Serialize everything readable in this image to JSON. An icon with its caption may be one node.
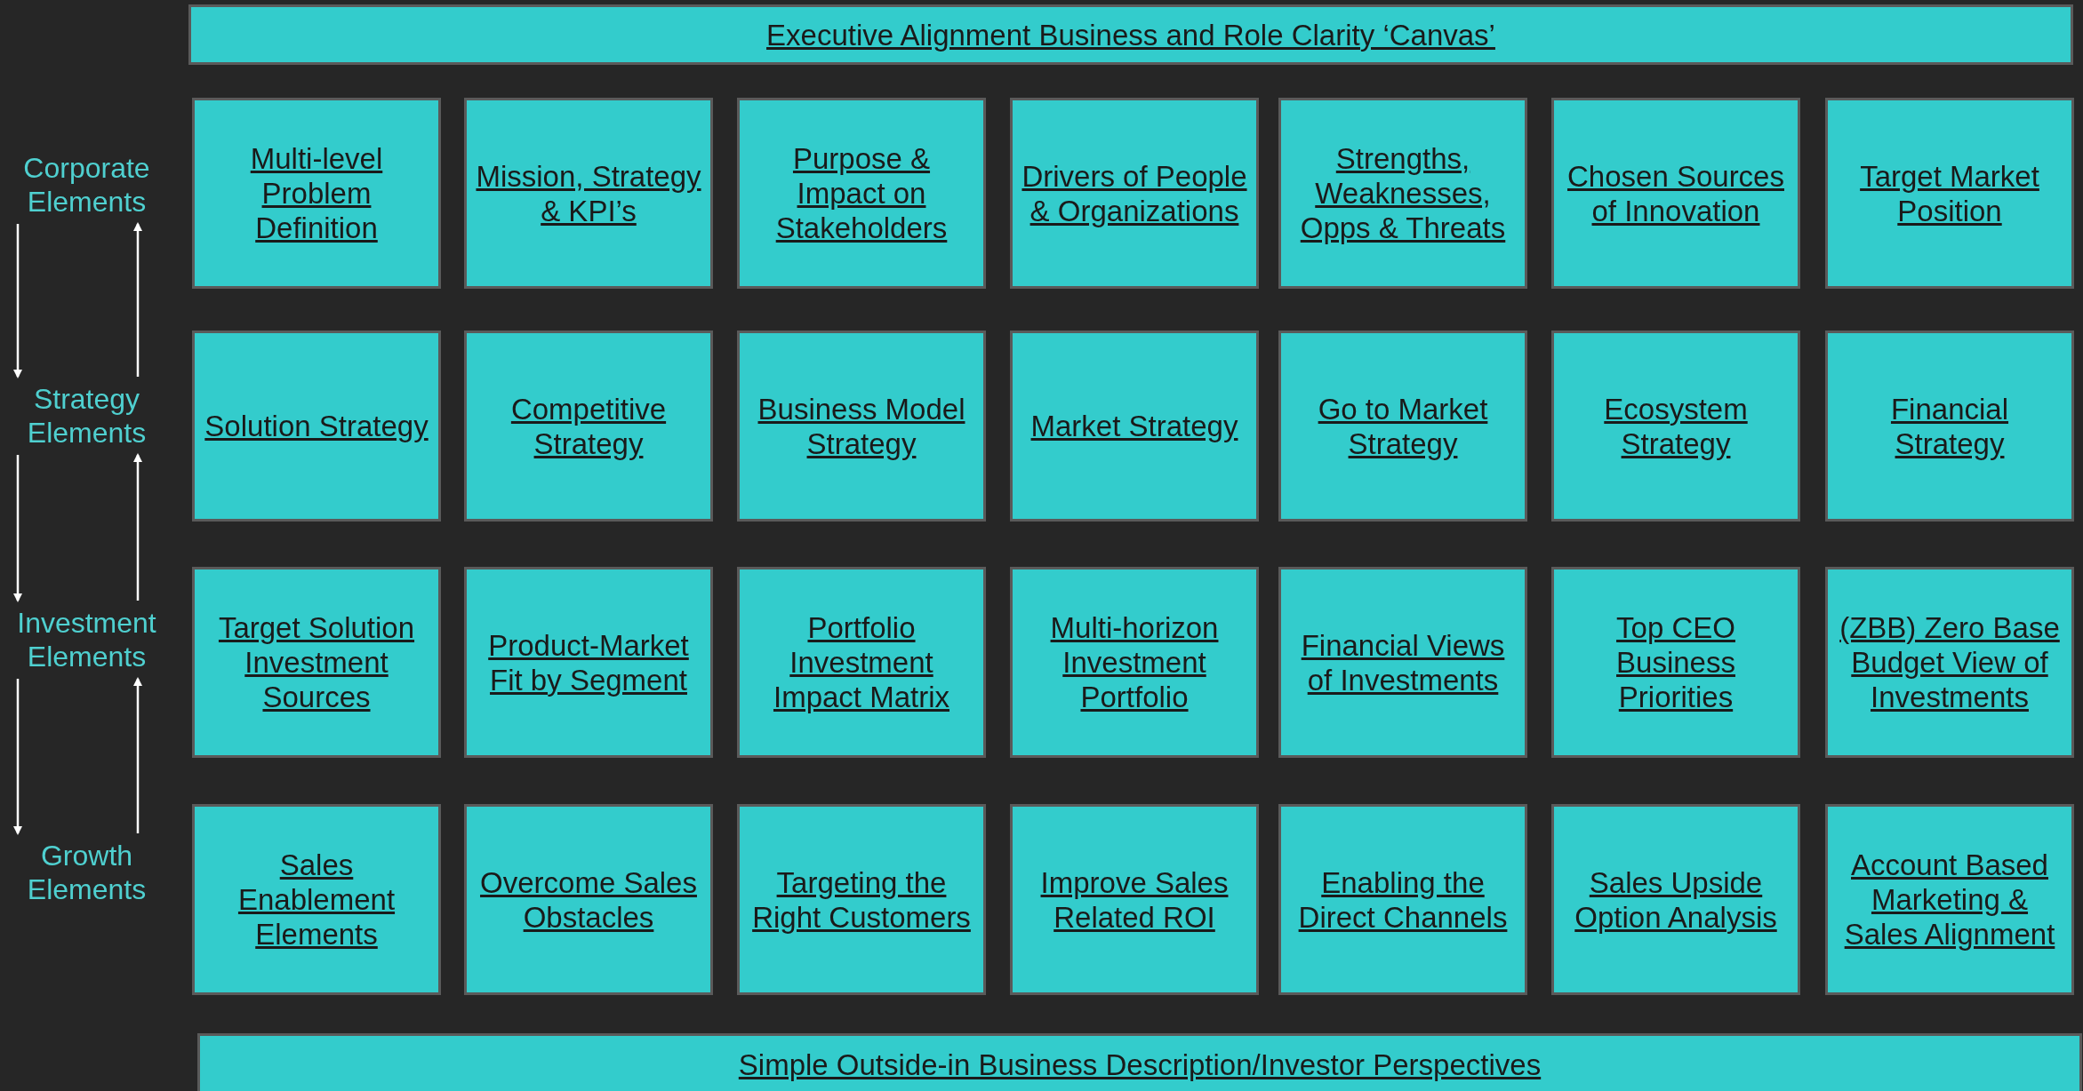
{
  "diagram": {
    "nodes": [
      {
        "text": [
          "Executive Alignment Business and Role Clarity ‘Canvas’"
        ]
      },
      {
        "text": [
          "Corporate Elements"
        ]
      },
      {
        "text": [
          "Multi-level Problem Definition"
        ]
      },
      {
        "text": [
          "Mission, Strategy & KPI’s"
        ]
      },
      {
        "text": [
          "Purpose & Impact on Stakeholders"
        ]
      },
      {
        "text": [
          "Drivers of People & Organizations"
        ]
      },
      {
        "text": [
          "Strengths, Weaknesses, Opps & Threats"
        ]
      },
      {
        "text": [
          "Chosen Sources of Innovation"
        ]
      },
      {
        "text": [
          "Target Market Position"
        ]
      },
      {
        "text": [
          "Strategy Elements"
        ]
      },
      {
        "text": [
          "Solution Strategy"
        ]
      },
      {
        "text": [
          "Competitive Strategy"
        ]
      },
      {
        "text": [
          "Business Model Strategy"
        ]
      },
      {
        "text": [
          "Market Strategy"
        ]
      },
      {
        "text": [
          "Go to Market Strategy"
        ]
      },
      {
        "text": [
          "Ecosystem Strategy"
        ]
      },
      {
        "text": [
          "Financial Strategy"
        ]
      },
      {
        "text": [
          "Investment Elements"
        ]
      },
      {
        "text": [
          "Target Solution Investment Sources"
        ]
      },
      {
        "text": [
          "Product-Market Fit by Segment"
        ]
      },
      {
        "text": [
          "Portfolio Investment Impact Matrix"
        ]
      },
      {
        "text": [
          "Multi-horizon Investment Portfolio"
        ]
      },
      {
        "text": [
          "Financial Views of Investments"
        ]
      },
      {
        "text": [
          "Top CEO Business Priorities"
        ]
      },
      {
        "text": [
          "(ZBB) Zero Base Budget View of Investments"
        ]
      },
      {
        "text": [
          "Growth Elements"
        ]
      },
      {
        "text": [
          "Sales Enablement Elements"
        ]
      },
      {
        "text": [
          "Overcome Sales Obstacles"
        ]
      },
      {
        "text": [
          "Targeting the Right Customers"
        ]
      },
      {
        "text": [
          "Improve Sales Related ROI"
        ]
      },
      {
        "text": [
          "Enabling the Direct Channels"
        ]
      },
      {
        "text": [
          "Sales Upside Option Analysis"
        ]
      },
      {
        "text": [
          "Account Based Marketing & Sales Alignment"
        ]
      },
      {
        "text": [
          "Simple Outside-in Business Description/Investor Perspectives"
        ]
      }
    ],
    "edges": [
      {
        "from": 1,
        "to": 9,
        "arrow": "to"
      },
      {
        "from": 9,
        "to": 1,
        "arrow": "to"
      },
      {
        "from": 9,
        "to": 17,
        "arrow": "to"
      },
      {
        "from": 17,
        "to": 9,
        "arrow": "to"
      },
      {
        "from": 17,
        "to": 25,
        "arrow": "to"
      },
      {
        "from": 25,
        "to": 17,
        "arrow": "to"
      }
    ]
  }
}
